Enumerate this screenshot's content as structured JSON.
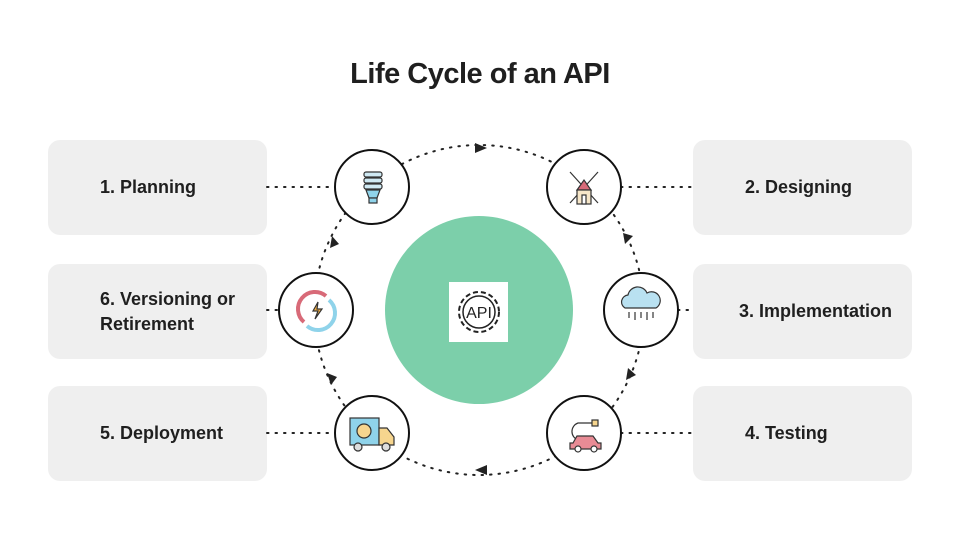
{
  "title": "Life Cycle of an API",
  "center": {
    "label": "API",
    "icon": "api-gear-icon",
    "color": "#7ccfaa"
  },
  "steps": [
    {
      "label": "1. Planning",
      "icon": "lightbulb-icon"
    },
    {
      "label": "2. Designing",
      "icon": "windmill-icon"
    },
    {
      "label": "3. Implementation",
      "icon": "rain-cloud-icon"
    },
    {
      "label": "4. Testing",
      "icon": "electric-car-icon"
    },
    {
      "label": "5. Deployment",
      "icon": "electric-truck-icon"
    },
    {
      "label": "6. Versioning  or Retirement",
      "icon": "renewable-energy-icon"
    }
  ]
}
